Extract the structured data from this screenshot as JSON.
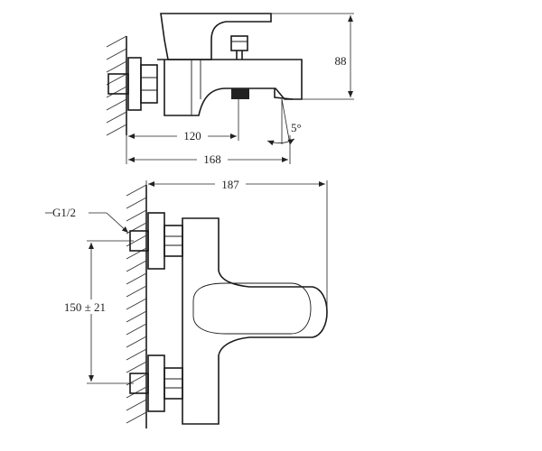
{
  "dimensions": {
    "height_88": "88",
    "spout_120": "120",
    "depth_168": "168",
    "angle_5": "5°",
    "width_187": "187",
    "thread_g12": "G1/2",
    "centers_150": "150 ± 21"
  },
  "colors": {
    "line": "#1a1a1a",
    "aerator_fill": "#222222"
  }
}
